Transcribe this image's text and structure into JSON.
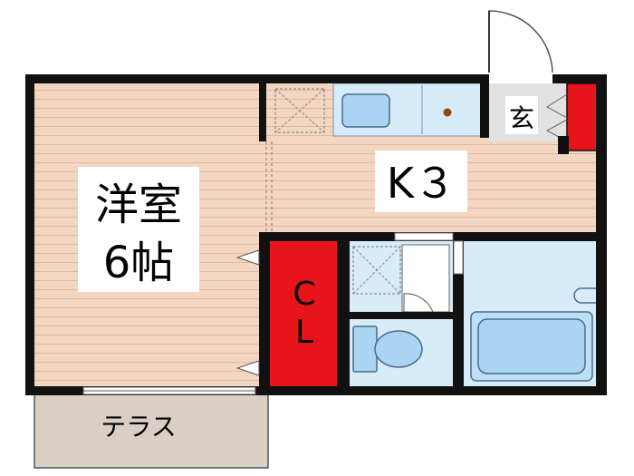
{
  "rooms": {
    "western_room": {
      "name": "洋室",
      "size": "6帖"
    },
    "kitchen": {
      "name": "K３"
    },
    "closet": {
      "line1": "C",
      "line2": "L"
    },
    "entrance": {
      "name": "玄"
    },
    "terrace": {
      "name": "テラス"
    }
  },
  "colors": {
    "floor_wood": "#f2d6c1",
    "floor_stripe": "#e2b89c",
    "wet_area": "#d7ebf8",
    "fixture_blue": "#aad4f2",
    "fixture_stroke": "#4a6c8a",
    "wall": "#111111",
    "accent_red": "#e8141c",
    "terrace": "#d9cfc4",
    "entrance_floor": "#e2e2e2"
  },
  "icons": [
    "door-swing-icon",
    "bathtub-icon",
    "toilet-icon",
    "sink-icon",
    "washing-machine-pan-icon",
    "refrigerator-space-icon",
    "window-icon",
    "shoe-cabinet-icon"
  ]
}
